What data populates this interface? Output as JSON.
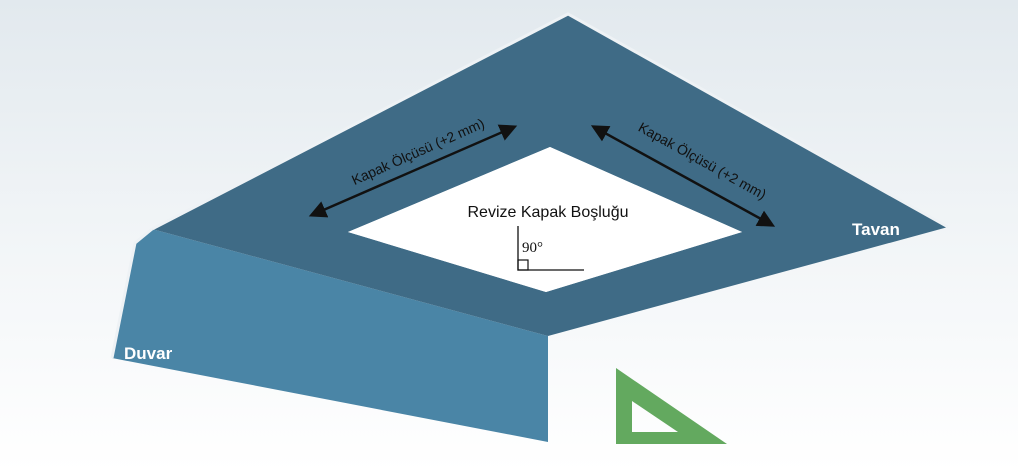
{
  "labels": {
    "opening": "Revize Kapak Boşluğu",
    "dimension_left": "Kapak Ölçüsü (+2 mm)",
    "dimension_right": "Kapak Ölçüsü (+2 mm)",
    "ceiling": "Tavan",
    "wall": "Duvar",
    "angle": "90°"
  },
  "colors": {
    "ceiling_face": "#3f6b86",
    "wall_face": "#4a85a6",
    "edge_highlight": "#eef2f5",
    "opening": "#ffffff",
    "background_top": "#e4ebf0",
    "set_square": "#63a95f"
  },
  "icons": {
    "set_square": "set-square-icon",
    "right_angle": "right-angle-icon",
    "double_arrow": "double-arrow-icon"
  }
}
